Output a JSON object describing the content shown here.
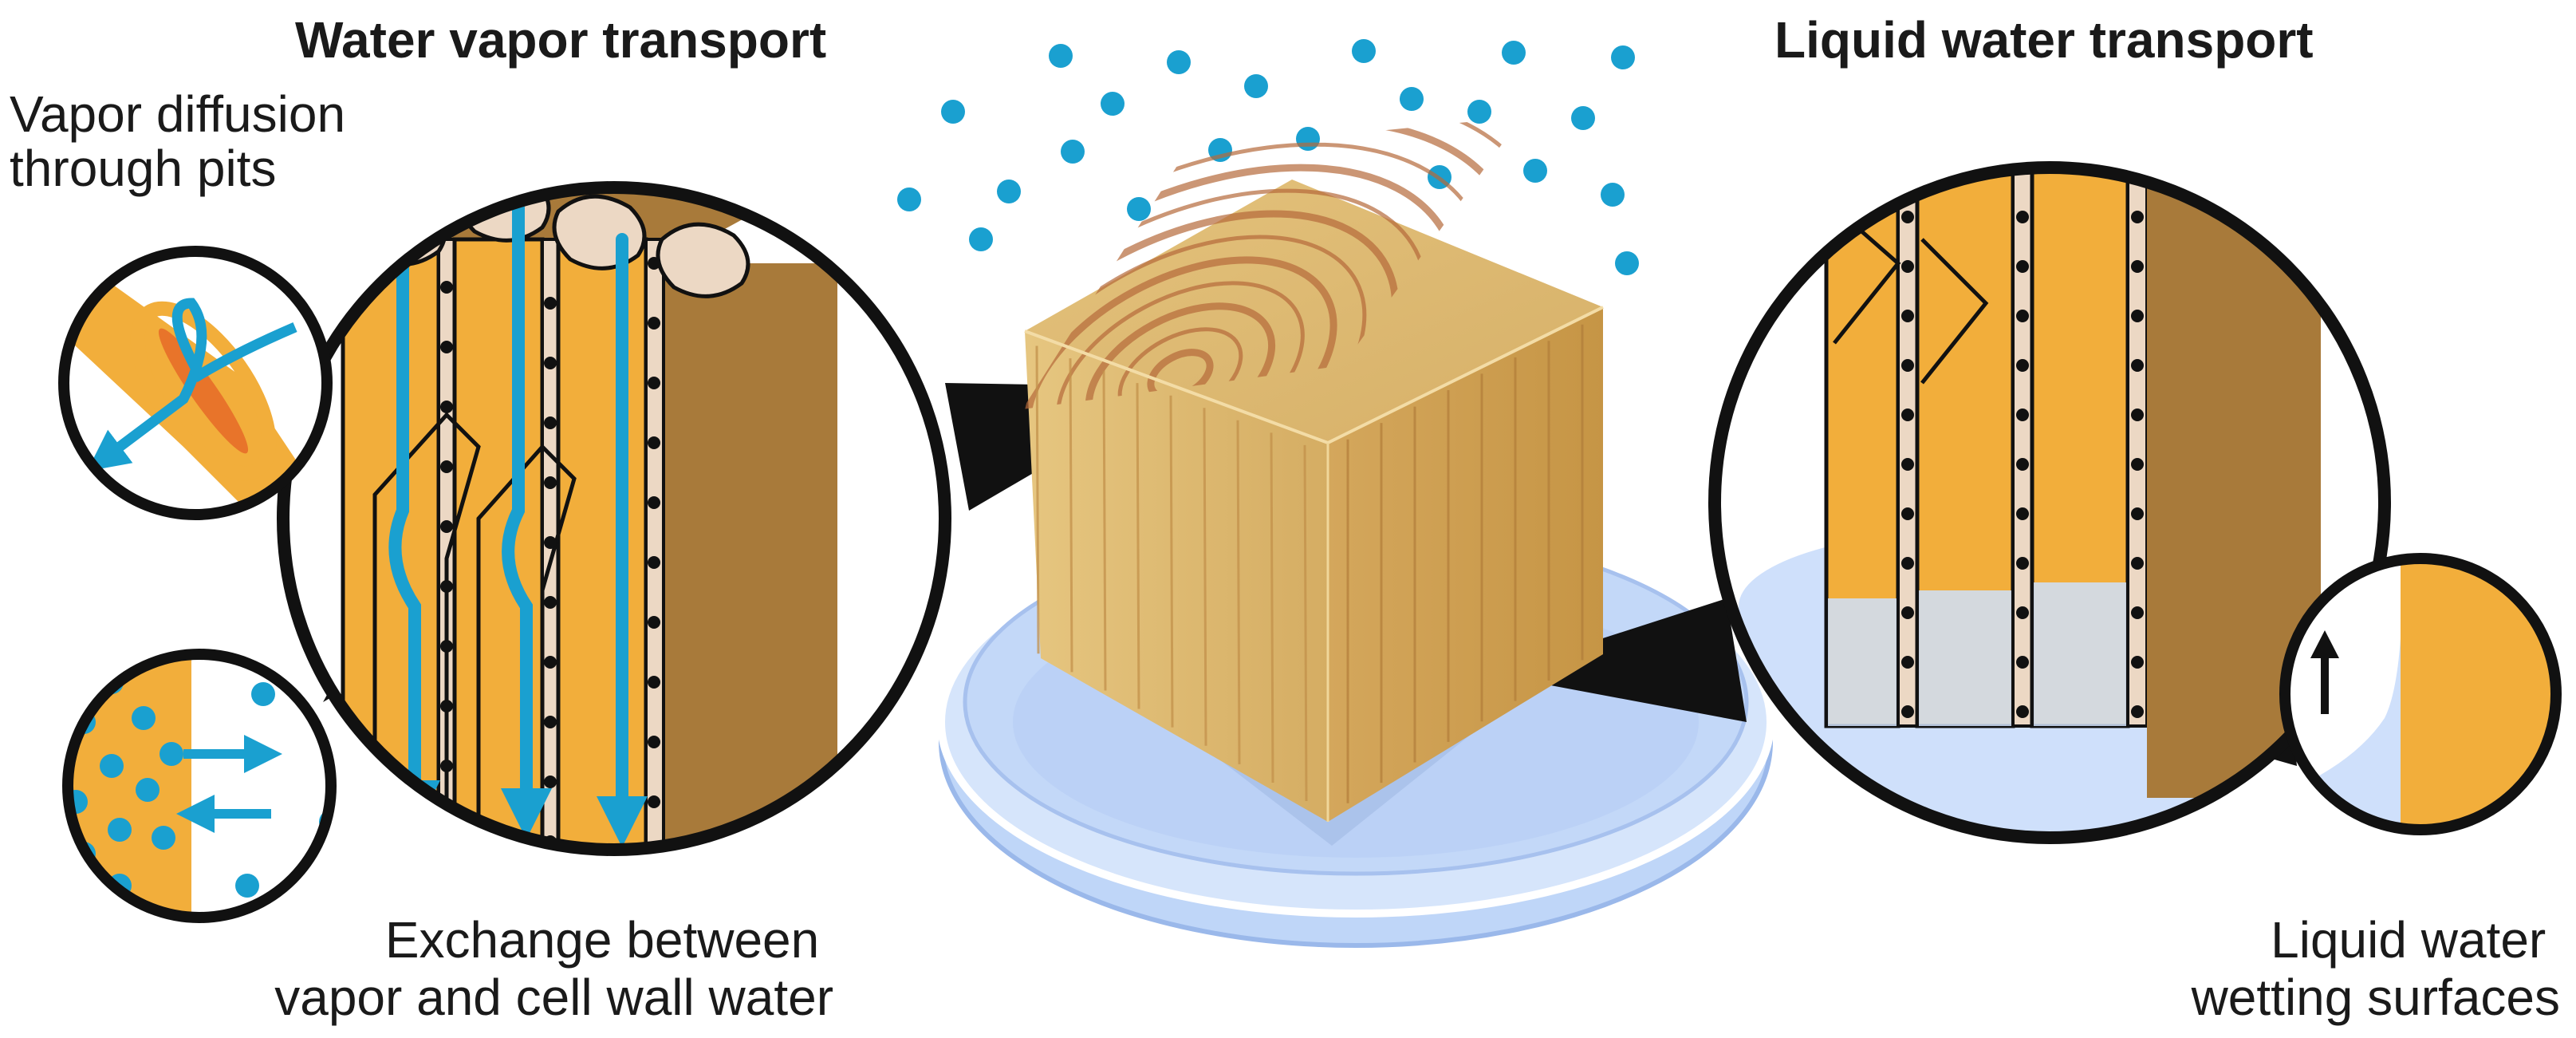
{
  "left": {
    "title": "Water vapor transport",
    "callout_top": [
      "Vapor diffusion",
      "through pits"
    ],
    "callout_bottom": [
      "Exchange between",
      "vapor and cell wall water"
    ]
  },
  "right": {
    "title": "Liquid water transport",
    "callout_bottom": [
      "Liquid water",
      "wetting surfaces"
    ]
  },
  "colors": {
    "water": "#1aa0d0",
    "cell_wall_orange": "#f2ae3b",
    "cell_wall_brown": "#a87a3a",
    "wood_light": "#e2c07a",
    "wood_grain": "#b56a3a",
    "dish_blue": "#c7dcfb",
    "outline": "#111111"
  },
  "icons": [
    "vapor-molecule-icon",
    "diffusion-arrow-icon",
    "capillary-rise-arrow-icon"
  ]
}
